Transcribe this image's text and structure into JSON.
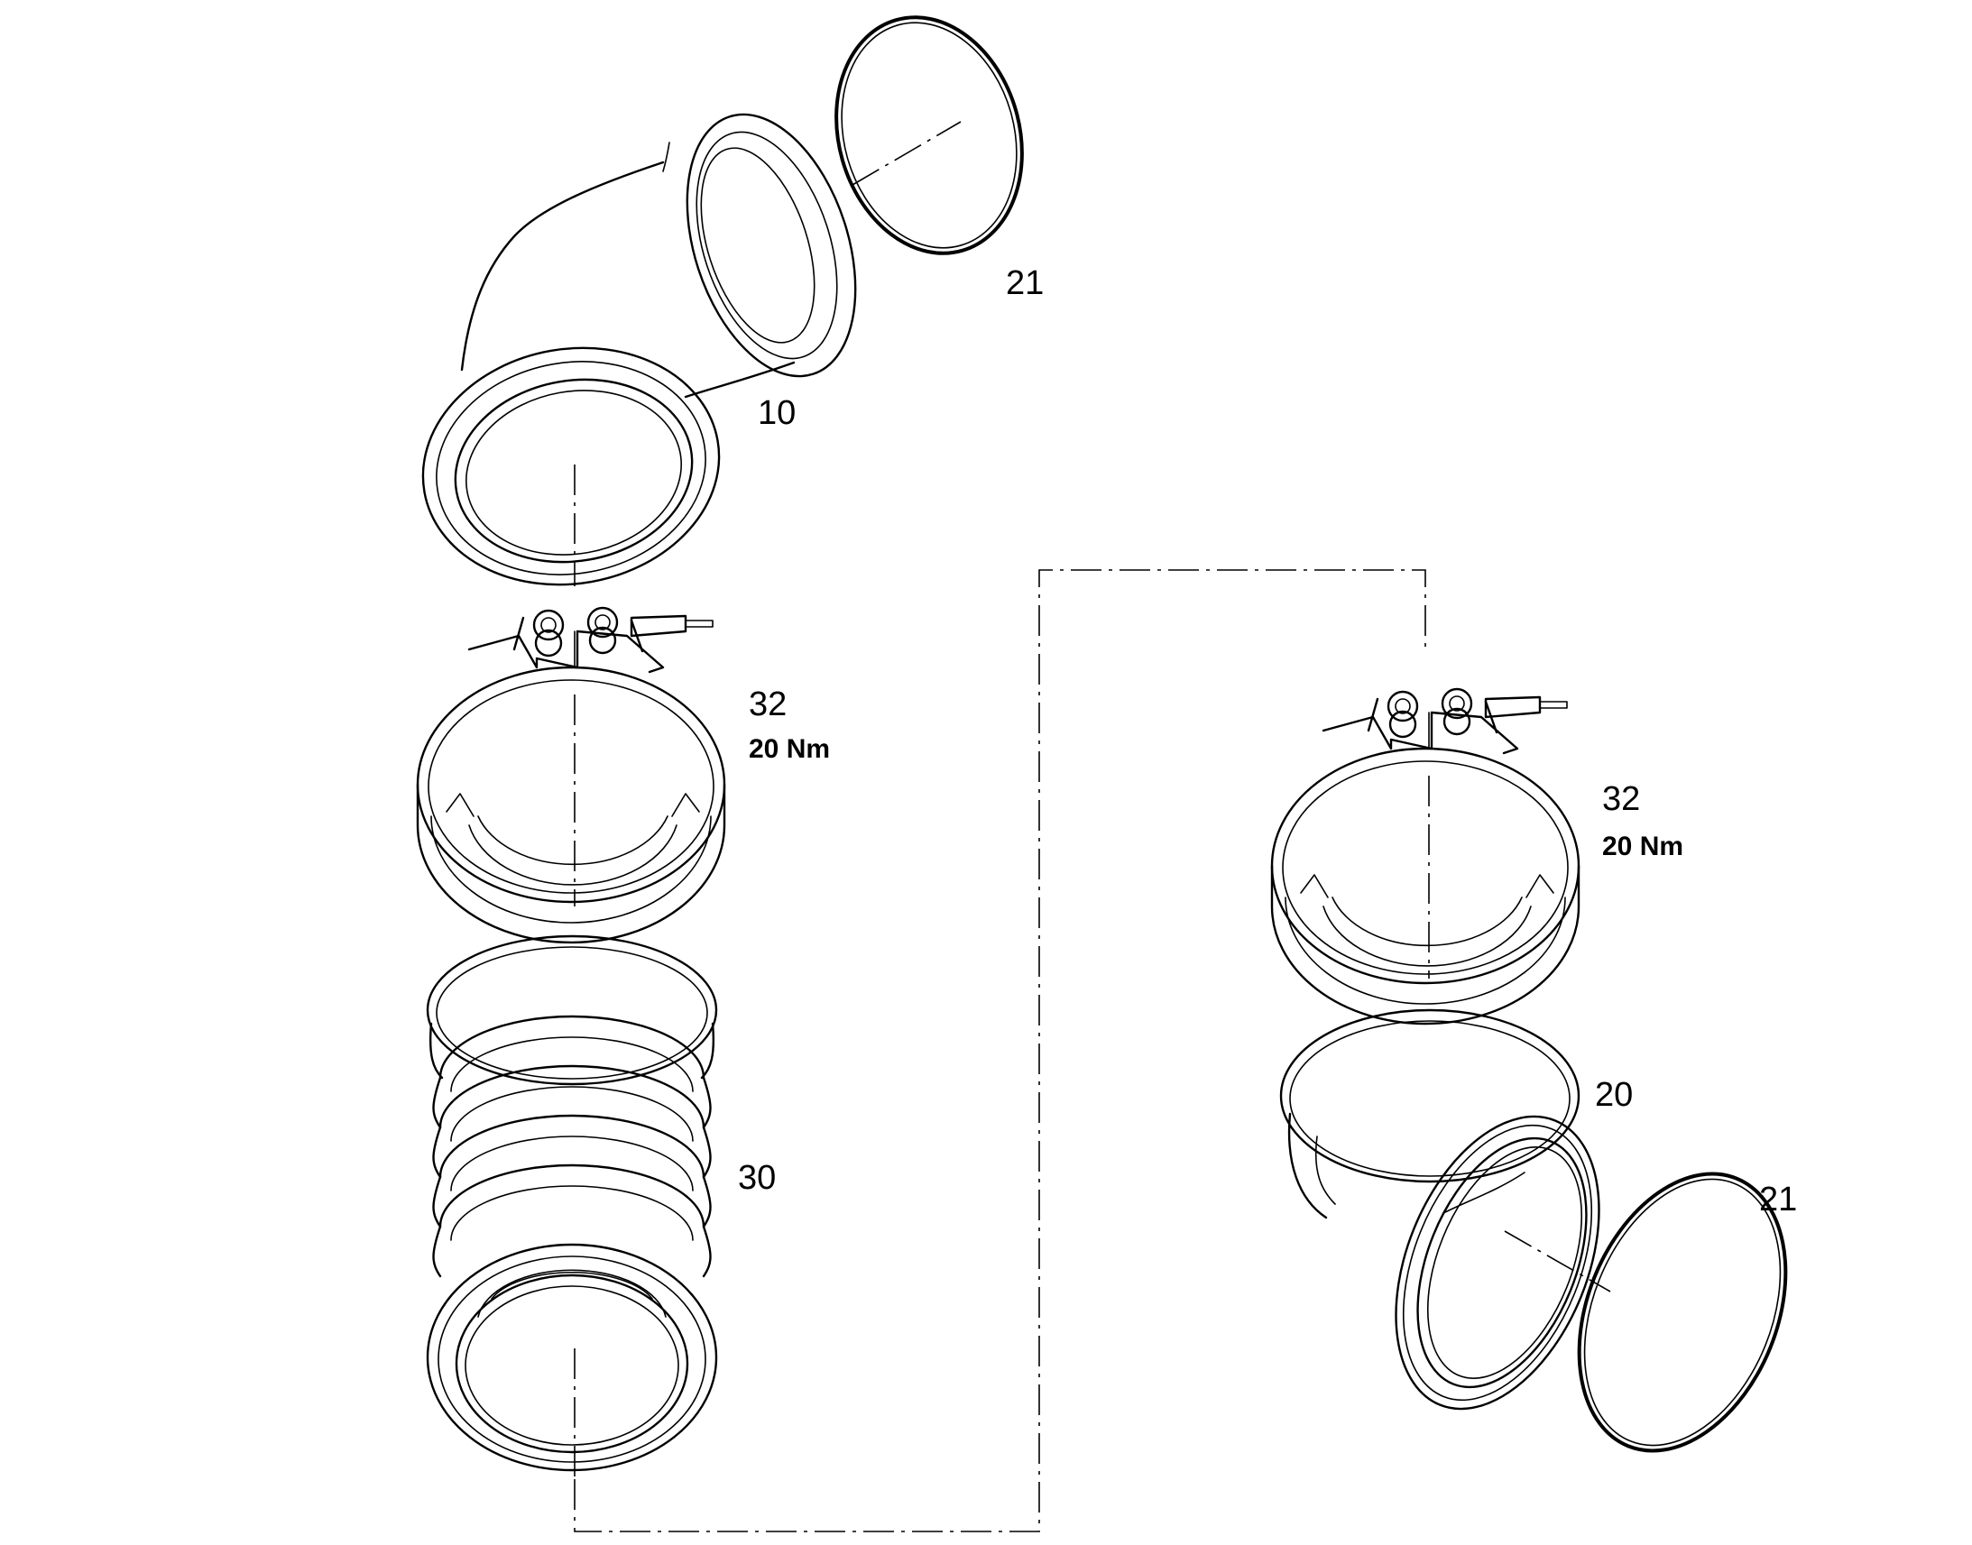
{
  "callouts": {
    "top_gasket": "21",
    "elbow": "10",
    "left_clamp": "32",
    "left_clamp_torque": "20 Nm",
    "bellows": "30",
    "right_clamp": "32",
    "right_clamp_torque": "20 Nm",
    "short_elbow": "20",
    "bottom_gasket": "21"
  },
  "colors": {
    "line": "#000000",
    "background": "#ffffff"
  }
}
